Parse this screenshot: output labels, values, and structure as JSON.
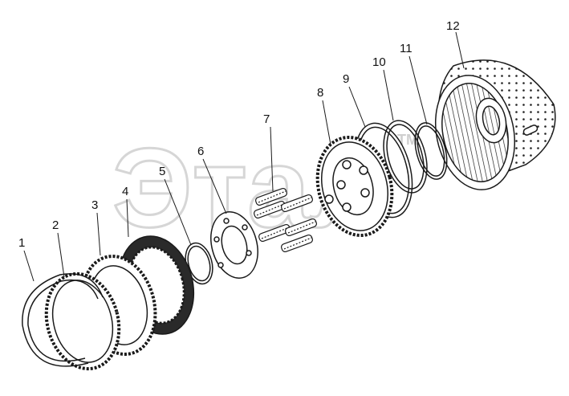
{
  "watermark": {
    "text": "Этал",
    "trademark": "TM",
    "color": "#d6d6d6"
  },
  "callouts": [
    {
      "id": "1",
      "label": "1"
    },
    {
      "id": "2",
      "label": "2"
    },
    {
      "id": "3",
      "label": "3"
    },
    {
      "id": "4",
      "label": "4"
    },
    {
      "id": "5",
      "label": "5"
    },
    {
      "id": "6",
      "label": "6"
    },
    {
      "id": "7",
      "label": "7"
    },
    {
      "id": "8",
      "label": "8"
    },
    {
      "id": "9",
      "label": "9"
    },
    {
      "id": "10",
      "label": "10"
    },
    {
      "id": "11",
      "label": "11"
    },
    {
      "id": "12",
      "label": "12"
    }
  ],
  "colors": {
    "line": "#1a1a1a",
    "friction_disc": "#2a2a2a",
    "background": "#ffffff"
  }
}
